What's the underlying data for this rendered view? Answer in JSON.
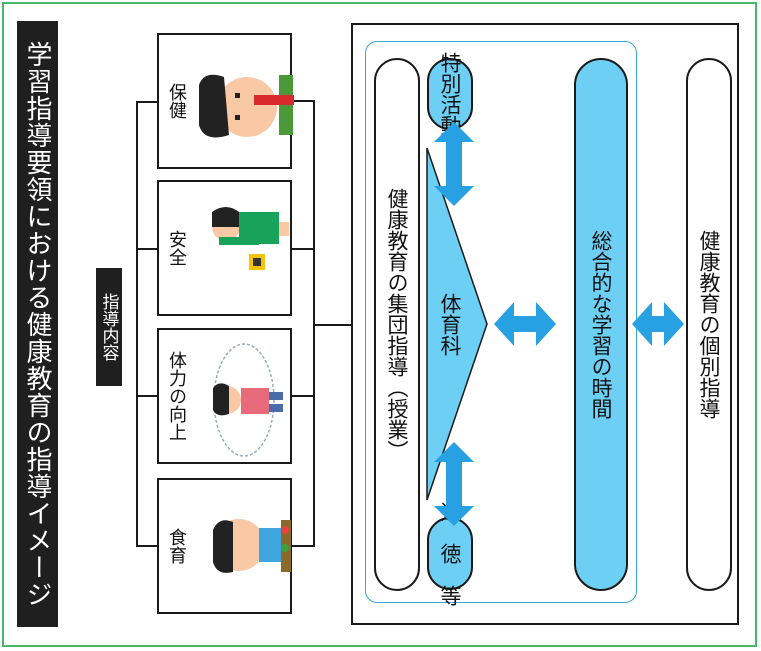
{
  "title": "学習指導要領における健康教育の指導イメージ",
  "naiyo_label": "指導内容",
  "topics": [
    {
      "label": "保健",
      "icon": "boy-brushing-teeth"
    },
    {
      "label": "安全",
      "icon": "girl-traffic-signal"
    },
    {
      "label": "体力の向上",
      "icon": "girl-jump-rope"
    },
    {
      "label": "食育",
      "icon": "boy-eating"
    }
  ],
  "group_guidance": "健康教育の集団指導（授業）",
  "pe": "体育科",
  "special": "特別活動",
  "moral": "道　徳　等",
  "integrated": "総合的な学習の時間",
  "individual": "健康教育の個別指導",
  "colors": {
    "accent_blue": "#6ecff5",
    "arrow_blue": "#27a1e2",
    "frame_green": "#49b86b"
  }
}
